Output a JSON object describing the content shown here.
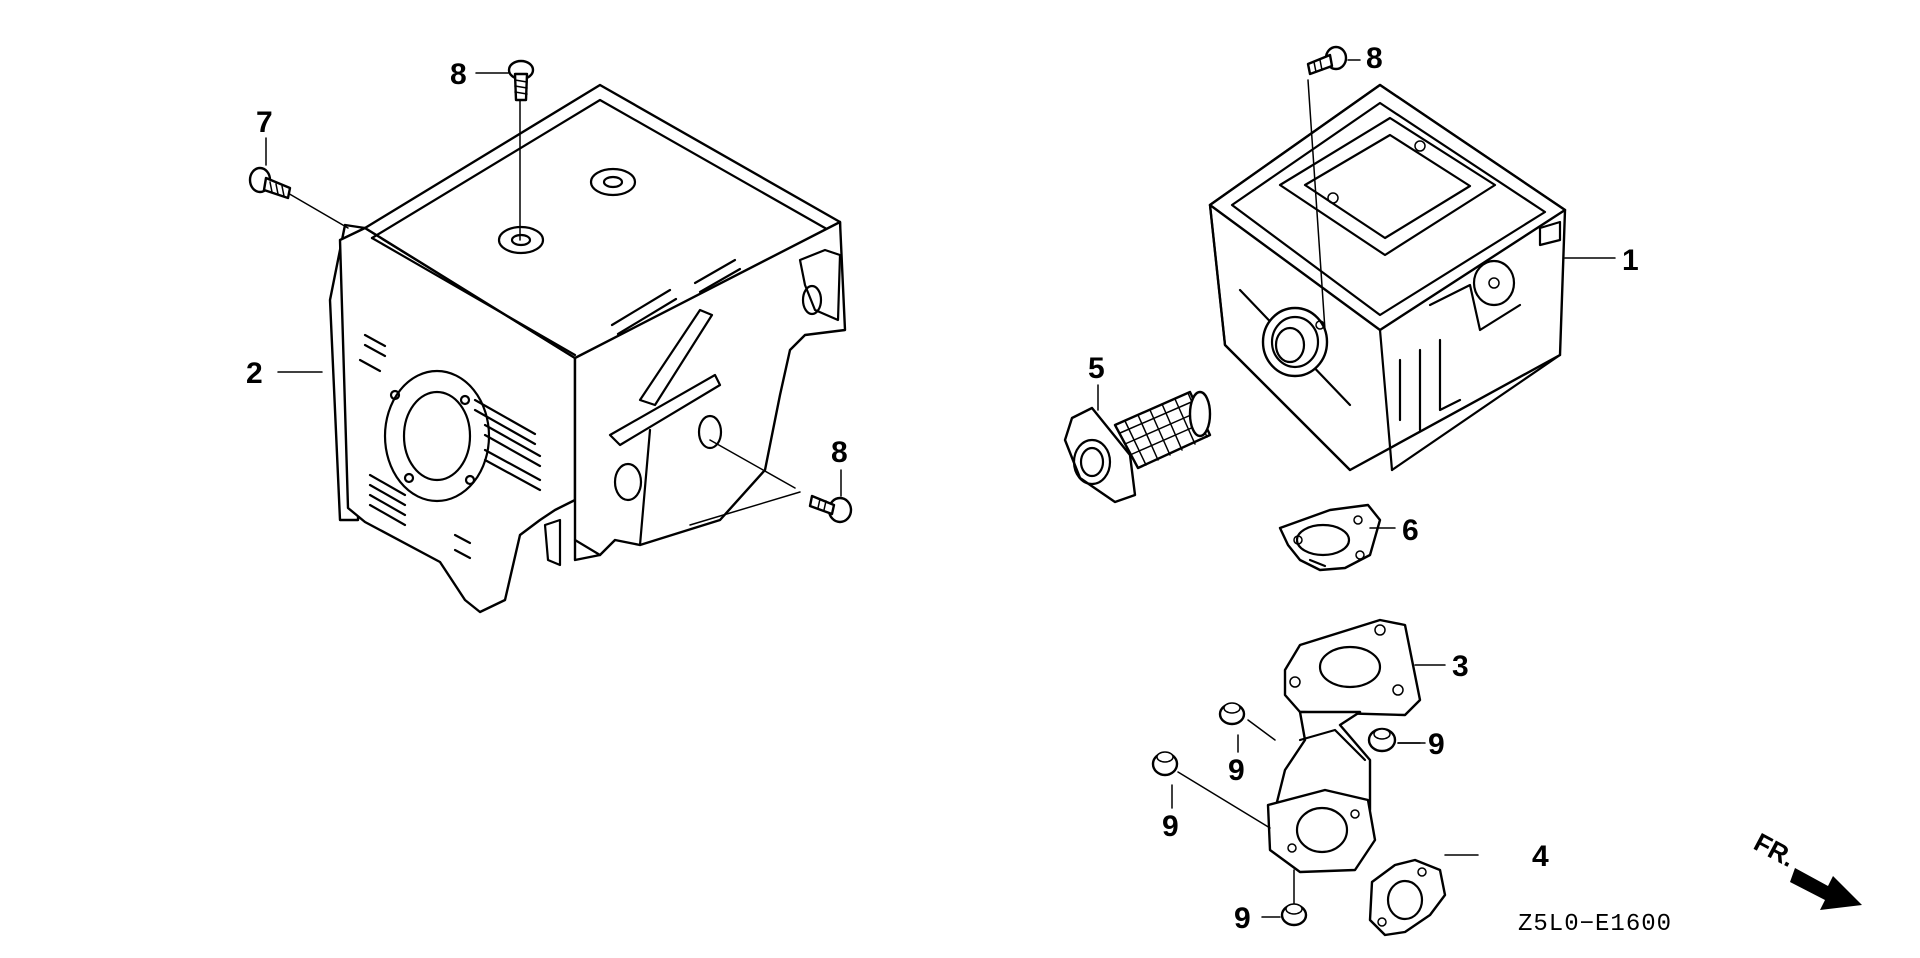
{
  "diagram": {
    "callouts": {
      "c1": "1",
      "c2": "2",
      "c3": "3",
      "c4": "4",
      "c5": "5",
      "c6": "6",
      "c7": "7",
      "c8a": "8",
      "c8b": "8",
      "c8c": "8",
      "c9a": "9",
      "c9b": "9",
      "c9c": "9",
      "c9d": "9"
    },
    "figure_code": "Z5L0−E1600",
    "direction_label": "FR."
  }
}
